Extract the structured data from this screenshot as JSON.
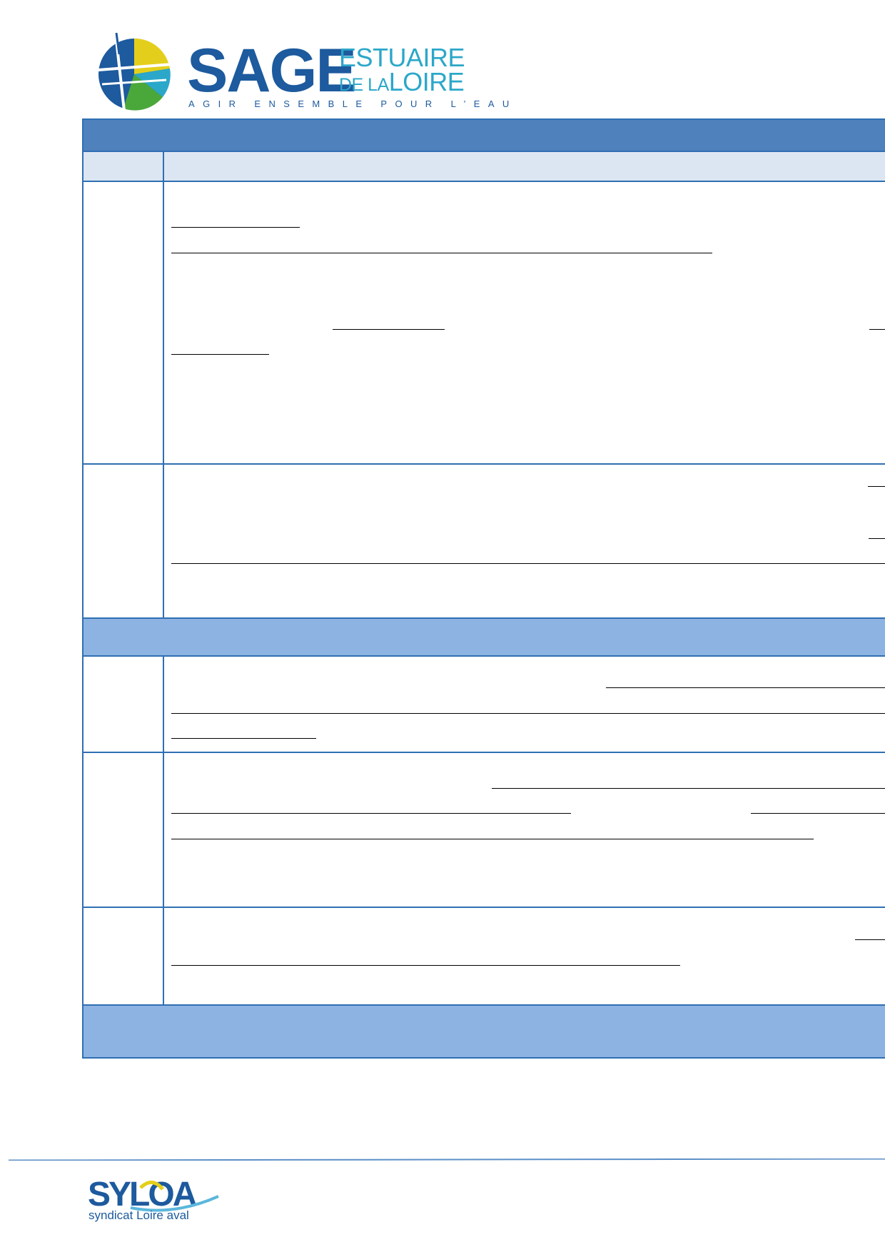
{
  "header": {
    "logo_word": "SAGE",
    "logo_line1": "ESTUAIRE",
    "logo_line2_small": "DE LA",
    "logo_line2_large": "LOIRE",
    "logo_tagline": "AGIR ENSEMBLE POUR L’EAU",
    "colors": {
      "blue": "#1d5a9e",
      "cyan": "#2ba7c9",
      "yellow": "#e3cf1b",
      "green": "#4aa83b"
    }
  },
  "table": {
    "colors": {
      "header": "#4f81bd",
      "subheader": "#dce6f2",
      "section": "#8db3e2",
      "border": "#2f6fb3"
    }
  },
  "footer": {
    "logo_word": "SYLOA",
    "logo_sub": "syndicat Loire aval",
    "colors": {
      "dark": "#1d5a9e",
      "light": "#5bb7dc",
      "accent": "#e3cf1b"
    }
  }
}
